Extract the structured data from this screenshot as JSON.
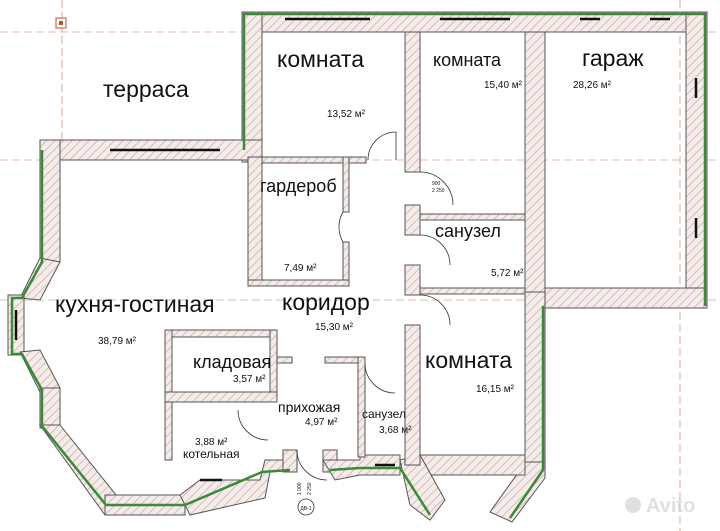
{
  "rooms": [
    {
      "name": "терраса",
      "area": ""
    },
    {
      "name": "комната",
      "area": "13,52 м²"
    },
    {
      "name": "комната",
      "area": "15,40 м²"
    },
    {
      "name": "гараж",
      "area": "28,26 м²"
    },
    {
      "name": "гардероб",
      "area": "7,49 м²"
    },
    {
      "name": "санузел",
      "area": "5,72 м²"
    },
    {
      "name": "кухня-гостиная",
      "area": "38,79 м²"
    },
    {
      "name": "коридор",
      "area": "15,30 м²"
    },
    {
      "name": "кладовая",
      "area": "3,57 м²"
    },
    {
      "name": "прихожая",
      "area": "4,97 м²"
    },
    {
      "name": "санузел",
      "area": "3,68 м²"
    },
    {
      "name": "комната",
      "area": "16,15 м²"
    },
    {
      "name": "котельная",
      "area": "3,88 м²"
    }
  ],
  "door_dims": {
    "width": "900",
    "height": "2 250"
  },
  "entry_door": {
    "width": "1 000",
    "height": "2 250",
    "tag": "ДВ-1"
  },
  "colors": {
    "wall_hatch": "#c9a9a0",
    "insulation": "#3a8a3a",
    "grid": "#c07a50"
  }
}
